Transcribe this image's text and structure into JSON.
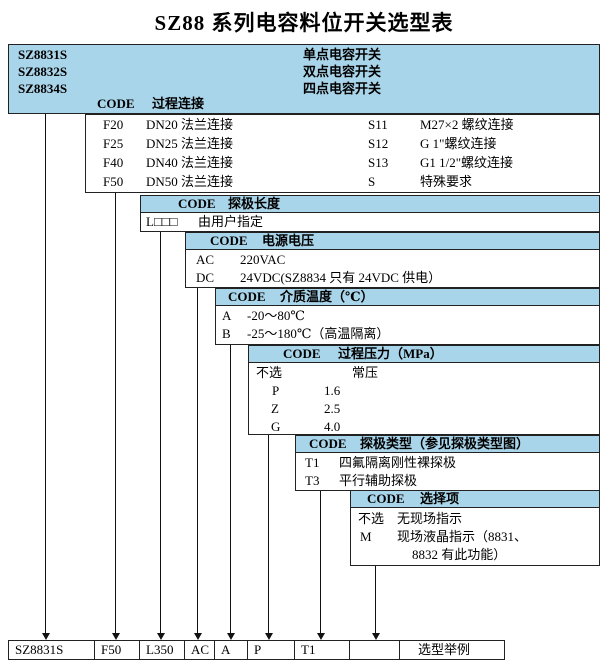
{
  "title": "SZ88 系列电容料位开关选型表",
  "colors": {
    "header_blue": "#a9d5ea"
  },
  "header": {
    "models": [
      {
        "code": "SZ8831S",
        "desc": "单点电容开关"
      },
      {
        "code": "SZ8832S",
        "desc": "双点电容开关"
      },
      {
        "code": "SZ8834S",
        "desc": "四点电容开关"
      }
    ],
    "code_label": "CODE",
    "section_title": "过程连接"
  },
  "process_connection": {
    "flange": [
      {
        "code": "F20",
        "desc": "DN20 法兰连接"
      },
      {
        "code": "F25",
        "desc": "DN25 法兰连接"
      },
      {
        "code": "F40",
        "desc": "DN40 法兰连接"
      },
      {
        "code": "F50",
        "desc": "DN50 法兰连接"
      }
    ],
    "thread": [
      {
        "code": "S11",
        "desc": "M27×2 螺纹连接"
      },
      {
        "code": "S12",
        "desc": "G 1\"螺纹连接"
      },
      {
        "code": "S13",
        "desc": "G1 1/2\"螺纹连接"
      },
      {
        "code": "S",
        "desc": "特殊要求"
      }
    ]
  },
  "probe_length": {
    "code_label": "CODE",
    "title": "探极长度",
    "code": "L□□□",
    "desc": "由用户指定"
  },
  "power_supply": {
    "code_label": "CODE",
    "title": "电源电压",
    "options": [
      {
        "code": "AC",
        "desc": "220VAC"
      },
      {
        "code": "DC",
        "desc": "24VDC(SZ8834 只有 24VDC 供电）"
      }
    ]
  },
  "medium_temp": {
    "code_label": "CODE",
    "title": "介质温度（℃）",
    "options": [
      {
        "code": "A",
        "desc": "-20～80℃"
      },
      {
        "code": "B",
        "desc": "-25～180℃（高温隔离）"
      }
    ]
  },
  "pressure": {
    "code_label": "CODE",
    "title": "过程压力（MPa）",
    "options": [
      {
        "code": "不选",
        "desc": "常压"
      },
      {
        "code": "P",
        "desc": "1.6"
      },
      {
        "code": "Z",
        "desc": "2.5"
      },
      {
        "code": "G",
        "desc": "4.0"
      }
    ]
  },
  "probe_type": {
    "code_label": "CODE",
    "title": "探极类型（参见探极类型图）",
    "options": [
      {
        "code": "T1",
        "desc": "四氟隔离刚性裸探极"
      },
      {
        "code": "T3",
        "desc": "平行辅助探极"
      }
    ]
  },
  "options_section": {
    "code_label": "CODE",
    "title": "选择项",
    "rows": [
      {
        "code": "不选",
        "desc": "无现场指示"
      },
      {
        "code": "M",
        "desc": "现场液晶指示（8831、",
        "desc2": "8832 有此功能）"
      }
    ]
  },
  "example": {
    "cells": [
      "SZ8831S",
      "F50",
      "L350",
      "AC",
      "A",
      "P",
      "T1",
      ""
    ],
    "label": "选型举例"
  }
}
